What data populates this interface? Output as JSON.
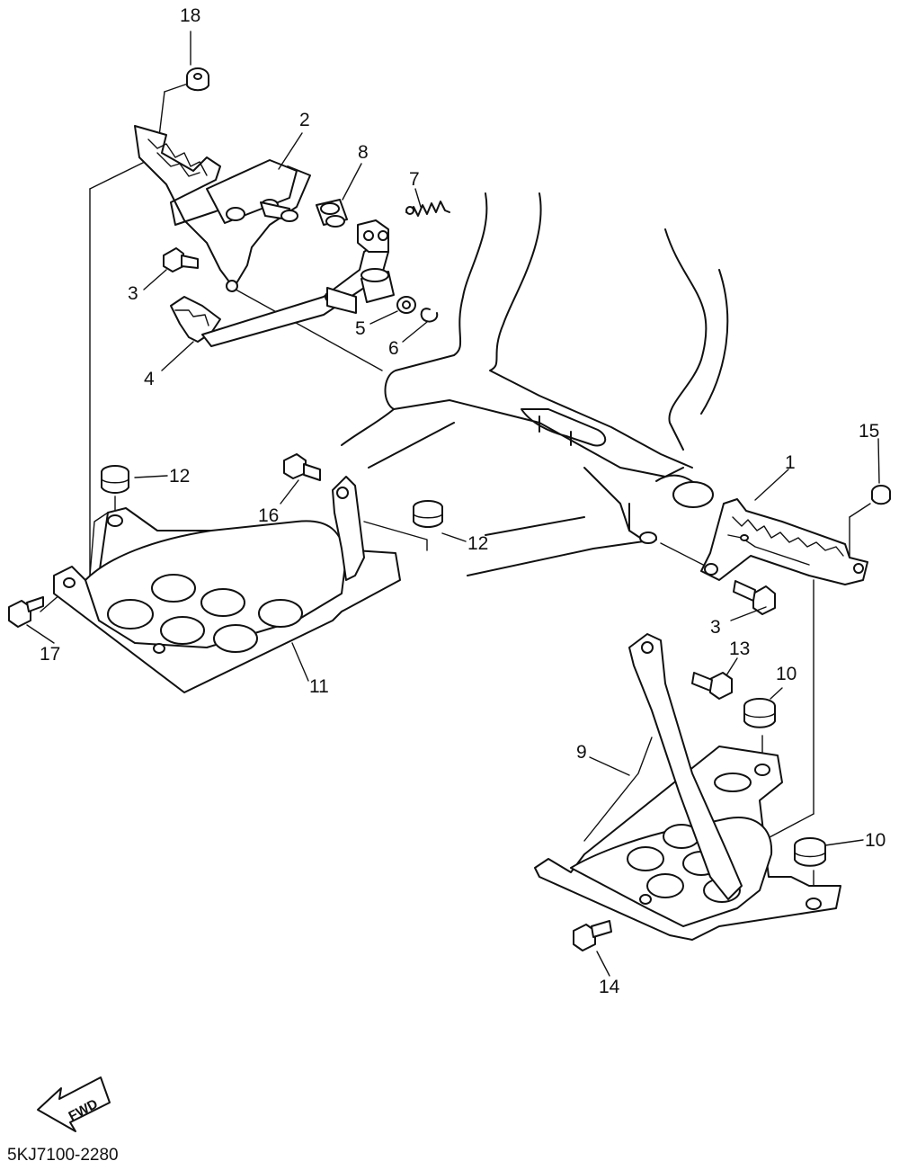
{
  "callouts": [
    "1",
    "2",
    "3",
    "4",
    "5",
    "6",
    "7",
    "8",
    "9",
    "10",
    "11",
    "12",
    "13",
    "14",
    "15",
    "16",
    "17",
    "18"
  ],
  "labels": {
    "l1": "1",
    "l2": "2",
    "l3a": "3",
    "l3b": "3",
    "l4": "4",
    "l5": "5",
    "l6": "6",
    "l7": "7",
    "l8": "8",
    "l9": "9",
    "l10a": "10",
    "l10b": "10",
    "l11": "11",
    "l12a": "12",
    "l12b": "12",
    "l13": "13",
    "l14": "14",
    "l15": "15",
    "l16": "16",
    "l17": "17",
    "l18": "18"
  },
  "arrow_label": "FWD",
  "diagram_code": "5KJ7100-2280"
}
